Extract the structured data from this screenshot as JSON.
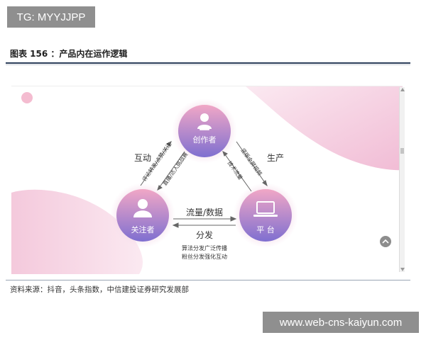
{
  "badge": {
    "text": "TG: MYYJJPP"
  },
  "figure": {
    "title": "图表 156 ：产品内在运作逻辑"
  },
  "diagram": {
    "nodes": {
      "creator": {
        "label": "创作者"
      },
      "follower": {
        "label": "关注者"
      },
      "platform": {
        "label": "平 台"
      }
    },
    "edges": {
      "creator_follower": {
        "side_label": "互动",
        "outer_text": "评论转发/点赞/关注",
        "inner_text": "直播/达人挑战赛"
      },
      "creator_platform": {
        "side_label": "生产",
        "outer_text": "竖版全屏视频",
        "inner_text": "技术流量"
      },
      "follower_platform": {
        "top_label": "流量/数据",
        "bottom_label": "分发",
        "note_line1": "算法分发广泛传播",
        "note_line2": "粉丝分发强化互动"
      }
    },
    "colors": {
      "node_top": "#f1a7c6",
      "node_bottom": "#7f6fd0",
      "pink_bg": "#f6d3e3",
      "arrow": "#666666"
    }
  },
  "source": {
    "text": "资料来源：抖音，头条指数，中信建投证券研究发展部"
  },
  "watermark": {
    "text": "www.web-cns-kaiyun.com"
  }
}
